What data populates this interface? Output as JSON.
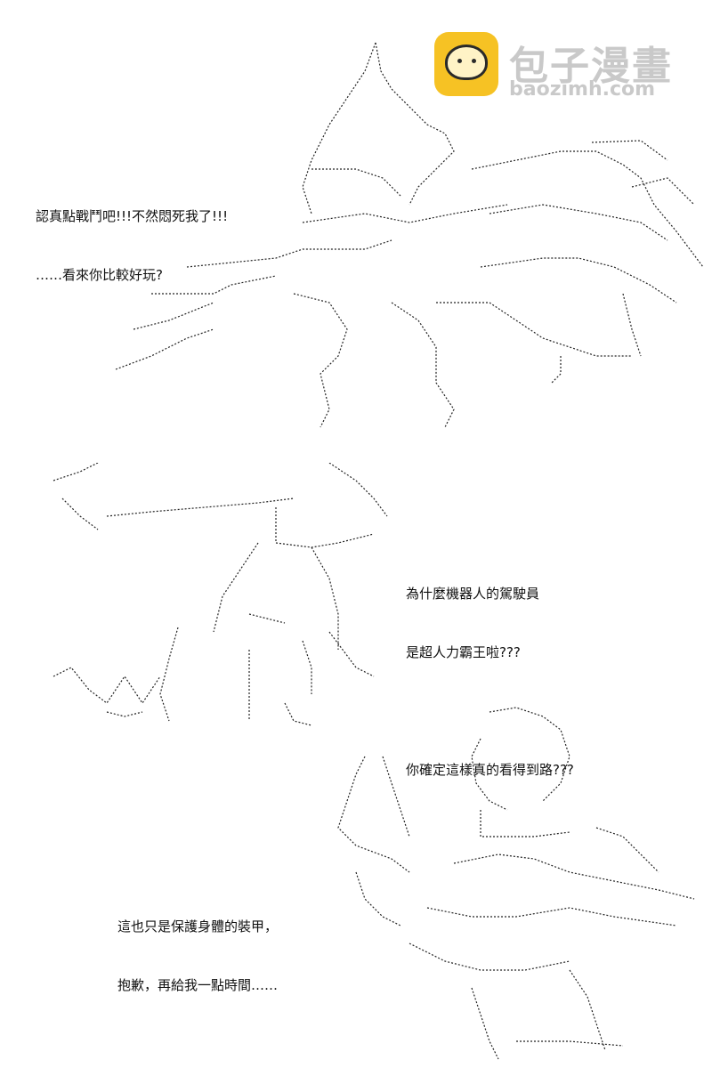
{
  "watermark": {
    "site_name": "包子漫畫",
    "url": "baozimh.com"
  },
  "panels": [
    {
      "id": "panel1",
      "dialogue": [
        "認真點戰鬥吧!!!不然悶死我了!!!",
        "……看來你比較好玩?"
      ]
    },
    {
      "id": "panel2",
      "dialogue": [
        "為什麼機器人的駕駛員",
        "是超人力霸王啦???",
        "",
        "你確定這樣真的看得到路???"
      ]
    },
    {
      "id": "panel3",
      "dialogue": [
        "這也只是保護身體的裝甲，",
        "抱歉，再給我一點時間……"
      ]
    }
  ]
}
